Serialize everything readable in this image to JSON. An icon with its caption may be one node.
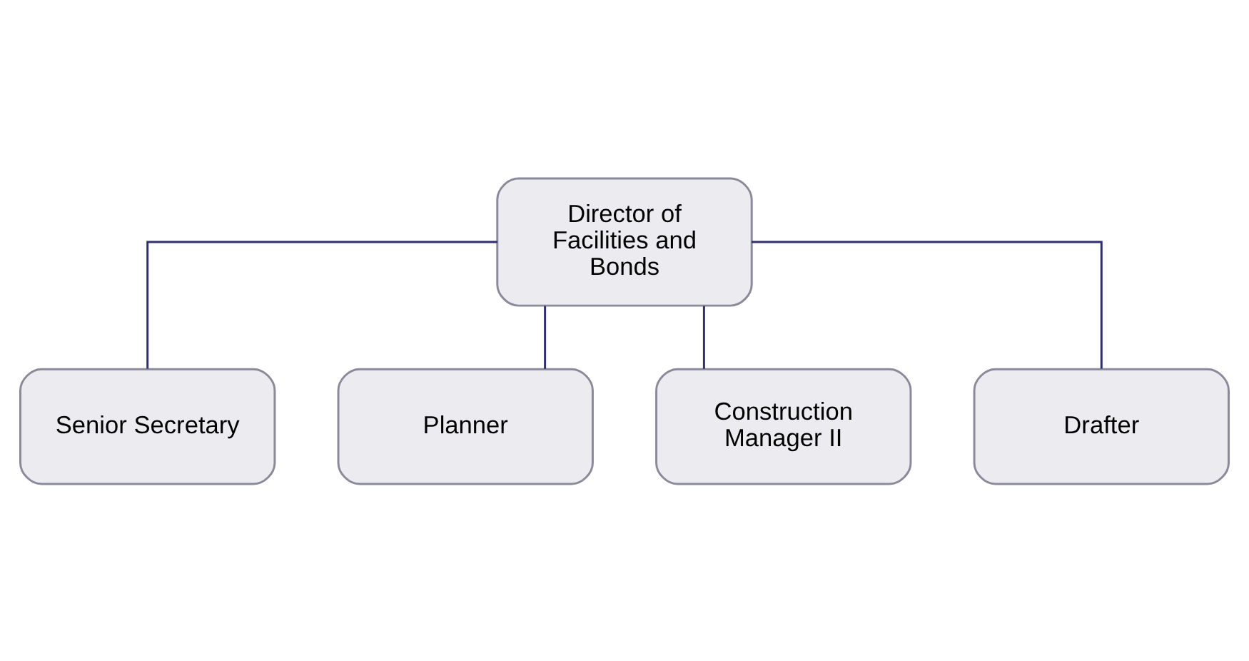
{
  "diagram": {
    "nodes": [
      {
        "text": [
          "Director of Facilities and Bonds"
        ]
      },
      {
        "text": [
          "Senior Secretary"
        ]
      },
      {
        "text": [
          "Planner"
        ]
      },
      {
        "text": [
          "Construction Manager II"
        ]
      },
      {
        "text": [
          "Drafter"
        ]
      }
    ],
    "edges": [
      {
        "from": 0,
        "to": 1,
        "arrow": "none"
      },
      {
        "from": 0,
        "to": 2,
        "arrow": "none"
      },
      {
        "from": 0,
        "to": 3,
        "arrow": "none"
      },
      {
        "from": 0,
        "to": 4,
        "arrow": "none"
      }
    ]
  }
}
